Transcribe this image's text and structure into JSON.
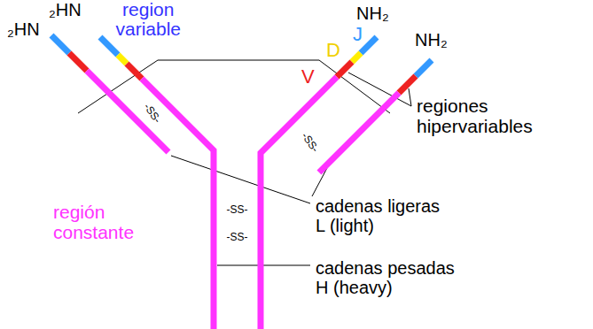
{
  "diagram": {
    "labels": [
      "₂HN",
      "region variable",
      "NH₂",
      "J",
      "₂HN",
      "NH₂",
      "D",
      "V",
      "regiones hipervariables",
      "-SS-",
      "-SS-",
      "cadenas ligeras L (light)",
      "región constante",
      "-SS-",
      "-SS-",
      "cadenas pesadas H (heavy)"
    ]
  }
}
